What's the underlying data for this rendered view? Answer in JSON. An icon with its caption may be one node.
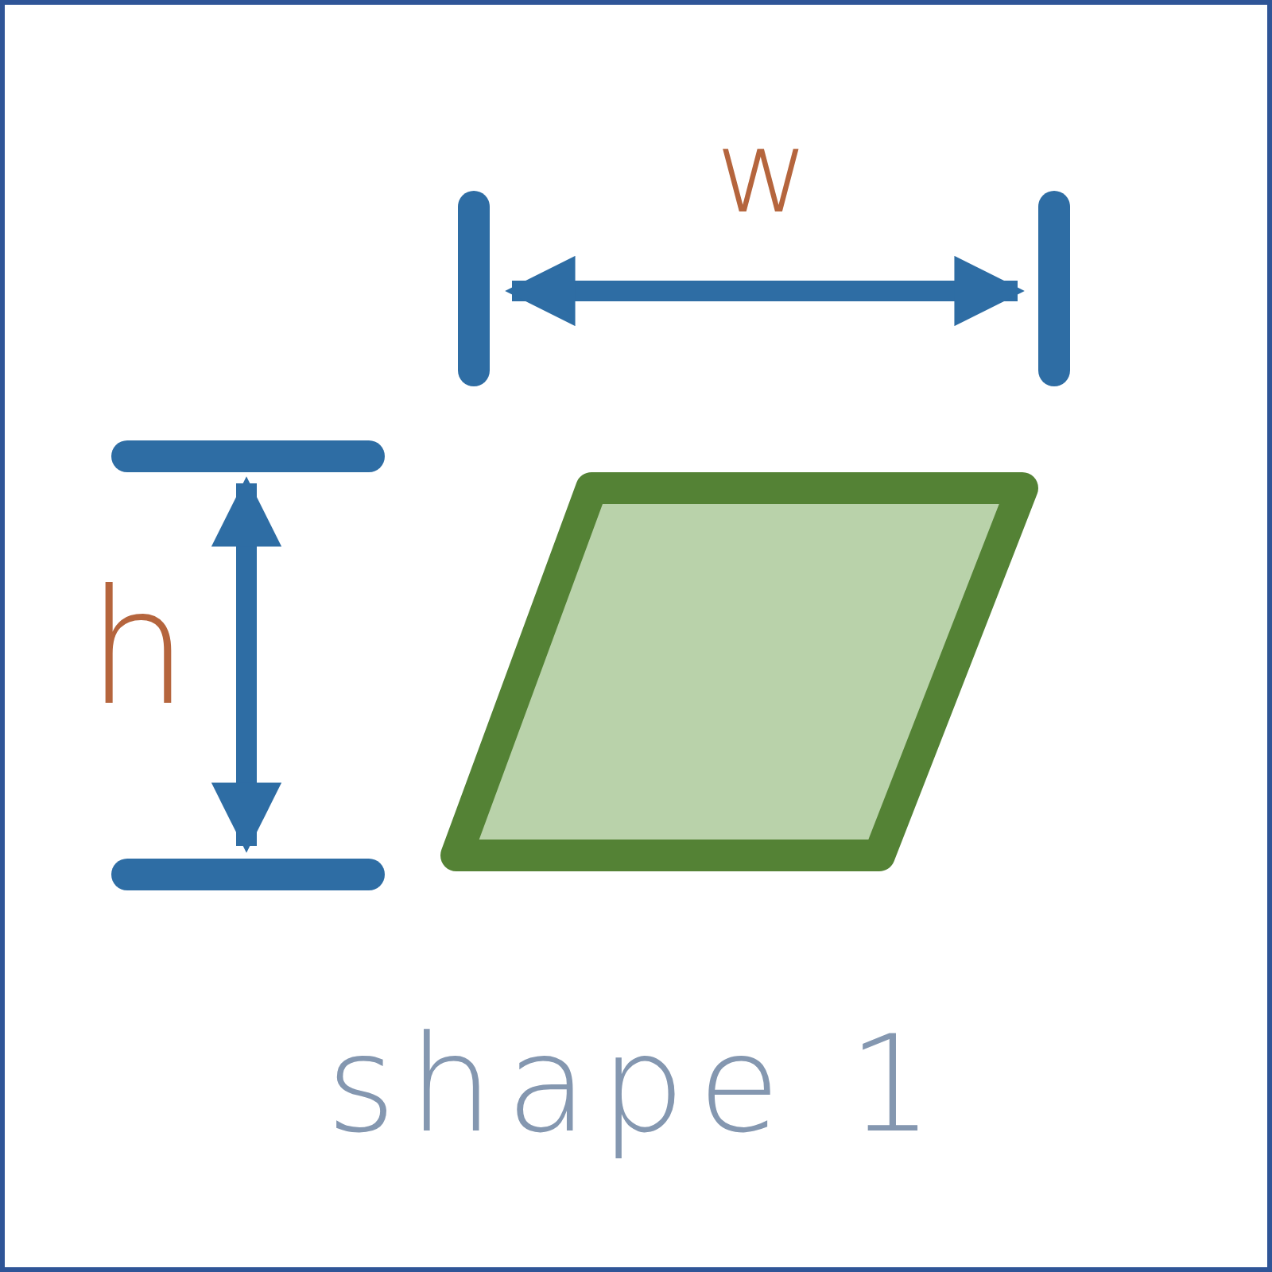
{
  "diagram": {
    "caption": "shape 1",
    "nodes": [
      {
        "text": [],
        "shape": "parallelogram"
      }
    ],
    "labels": [
      "w",
      "h"
    ]
  }
}
